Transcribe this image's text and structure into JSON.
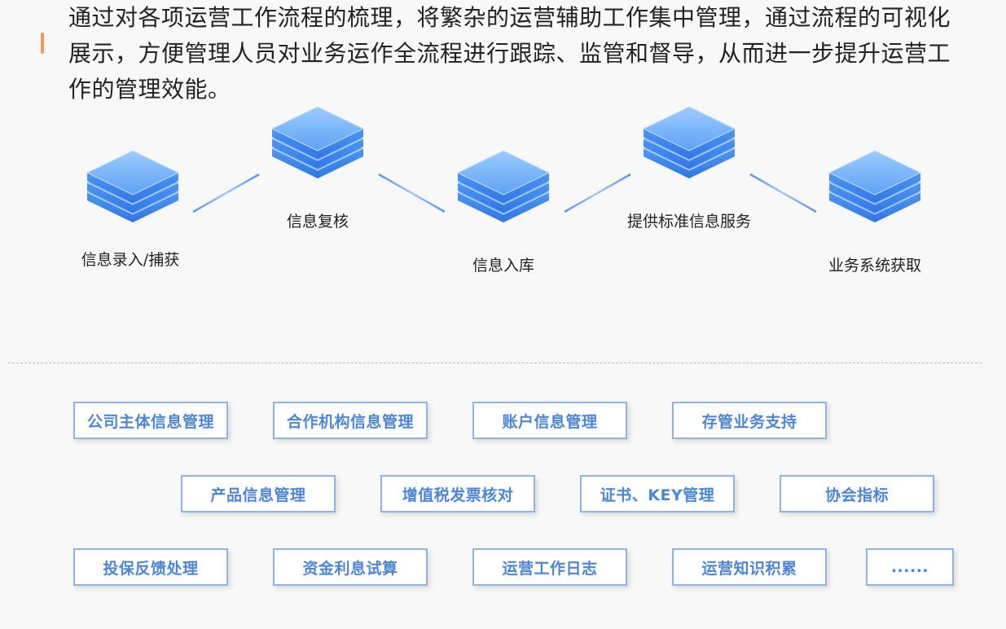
{
  "intro_text": "通过对各项运营工作流程的梳理，将繁杂的运营辅助工作集中管理，通过流程的可视化展示，方便管理人员对业务运作全流程进行跟踪、监管和督导，从而进一步提升运营工作的管理效能。",
  "flow_nodes": [
    {
      "label": "信息录入/捕获",
      "icon": "stacked-layers-icon"
    },
    {
      "label": "信息复核",
      "icon": "stacked-layers-icon"
    },
    {
      "label": "信息入库",
      "icon": "stacked-layers-icon"
    },
    {
      "label": "提供标准信息服务",
      "icon": "stacked-layers-icon"
    },
    {
      "label": "业务系统获取",
      "icon": "stacked-layers-icon"
    }
  ],
  "tags": {
    "row1": [
      "公司主体信息管理",
      "合作机构信息管理",
      "账户信息管理",
      "存管业务支持"
    ],
    "row2": [
      "产品信息管理",
      "增值税发票核对",
      "证书、KEY管理",
      "协会指标"
    ],
    "row3": [
      "投保反馈处理",
      "资金利息试算",
      "运营工作日志",
      "运营知识积累",
      "......"
    ]
  },
  "colors": {
    "accent": "#f29a55",
    "tag_text": "#4d86d6",
    "tag_border": "#8fb3e6",
    "layer_top": "#7fb9f9",
    "layer_side": "#3f87ee"
  }
}
